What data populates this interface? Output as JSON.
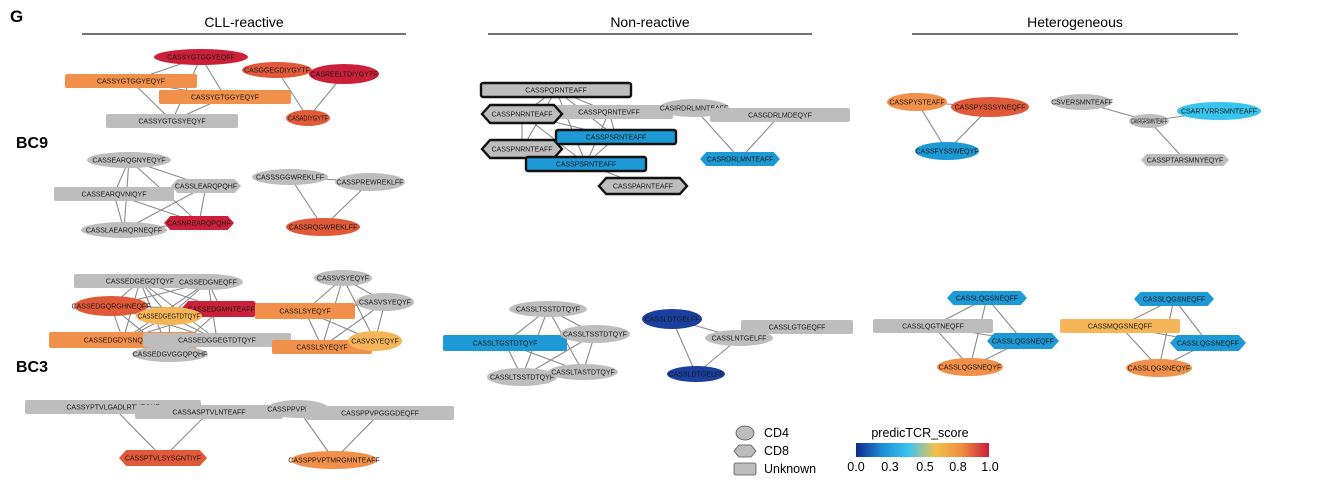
{
  "panel_letter": "G",
  "columns": [
    "CLL-reactive",
    "Non-reactive",
    "Heterogeneous"
  ],
  "rows": [
    "BC9",
    "BC3"
  ],
  "legend": {
    "shapes": [
      {
        "shape": "ellipse",
        "label": "CD4"
      },
      {
        "shape": "hexagon",
        "label": "CD8"
      },
      {
        "shape": "rect",
        "label": "Unknown"
      }
    ],
    "colorbar": {
      "title": "predicTCR_score",
      "ticks": [
        "0.0",
        "0.3",
        "0.5",
        "0.8",
        "1.0"
      ],
      "stops": [
        "#0d2a8c",
        "#1f8fd6",
        "#3cc6f0",
        "#f5c04a",
        "#ef8a40",
        "#c81e3a"
      ]
    }
  },
  "colors": {
    "gray": "#bdbdbd",
    "red": "#cc1f3a",
    "orange_red": "#e05a3a",
    "orange": "#f0904a",
    "light_orange": "#f5b558",
    "blue": "#1d9ad6",
    "cyan": "#39c4ee",
    "navy": "#1a3f9e"
  },
  "networks": [
    {
      "id": "bc9-cll-1",
      "nodes": [
        {
          "id": "a",
          "label": "CASSYGTGGYEQFF",
          "shape": "ellipse",
          "color": "red"
        },
        {
          "id": "b",
          "label": "CASSYGTGGYEQYF",
          "shape": "rect",
          "color": "orange"
        },
        {
          "id": "c",
          "label": "CASSYGTGGYEQYF",
          "shape": "rect",
          "color": "orange"
        },
        {
          "id": "d",
          "label": "CASSYGTGSYEQYF",
          "shape": "rect",
          "color": "gray"
        }
      ],
      "edges": [
        [
          "a",
          "b"
        ],
        [
          "a",
          "c"
        ],
        [
          "a",
          "d"
        ],
        [
          "b",
          "c"
        ],
        [
          "b",
          "d"
        ],
        [
          "c",
          "d"
        ]
      ]
    },
    {
      "id": "bc9-cll-2",
      "nodes": [
        {
          "id": "a",
          "label": "CASGGEGDIYGYTF",
          "shape": "ellipse",
          "color": "orange_red"
        },
        {
          "id": "b",
          "label": "CASREELTDIYGYTF",
          "shape": "ellipse",
          "color": "red"
        },
        {
          "id": "c",
          "label": "CASADIYGYTF",
          "shape": "ellipse",
          "color": "orange_red"
        }
      ],
      "edges": [
        [
          "a",
          "b"
        ],
        [
          "a",
          "c"
        ],
        [
          "b",
          "c"
        ]
      ]
    },
    {
      "id": "bc9-cll-3",
      "nodes": [
        {
          "id": "a",
          "label": "CASSEARQGNYEQYF",
          "shape": "ellipse",
          "color": "gray"
        },
        {
          "id": "b",
          "label": "CASSEARQVNIQYF",
          "shape": "rect",
          "color": "gray"
        },
        {
          "id": "c",
          "label": "CASSLEARQPQHF",
          "shape": "hexagon",
          "color": "gray"
        },
        {
          "id": "d",
          "label": "CASNREARQPQHF",
          "shape": "hexagon",
          "color": "red"
        },
        {
          "id": "e",
          "label": "CASSLAEARQRNEQFF",
          "shape": "ellipse",
          "color": "gray"
        }
      ],
      "edges": [
        [
          "a",
          "b"
        ],
        [
          "a",
          "c"
        ],
        [
          "a",
          "d"
        ],
        [
          "a",
          "e"
        ],
        [
          "b",
          "c"
        ],
        [
          "b",
          "d"
        ],
        [
          "b",
          "e"
        ],
        [
          "c",
          "d"
        ],
        [
          "c",
          "e"
        ],
        [
          "d",
          "e"
        ]
      ]
    },
    {
      "id": "bc9-cll-4",
      "nodes": [
        {
          "id": "a",
          "label": "CASSSGGWREKLFF",
          "shape": "ellipse",
          "color": "gray"
        },
        {
          "id": "b",
          "label": "CASSPREWREKLFF",
          "shape": "ellipse",
          "color": "gray"
        },
        {
          "id": "c",
          "label": "CASSRQGWREKLFF",
          "shape": "ellipse",
          "color": "orange_red"
        }
      ],
      "edges": [
        [
          "a",
          "b"
        ],
        [
          "a",
          "c"
        ],
        [
          "b",
          "c"
        ]
      ]
    },
    {
      "id": "bc9-non-1",
      "nodes": [
        {
          "id": "a",
          "label": "CASSPQRNTEAFF",
          "shape": "rect",
          "color": "gray",
          "outlined": true
        },
        {
          "id": "b",
          "label": "CASSPQRNTEVFF",
          "shape": "rect",
          "color": "gray"
        },
        {
          "id": "c",
          "label": "CASSPNRNTEAFF",
          "shape": "hexagon",
          "color": "gray",
          "outlined": true
        },
        {
          "id": "d",
          "label": "CASSPSRNTEAFF",
          "shape": "rect",
          "color": "blue",
          "outlined": true
        },
        {
          "id": "e",
          "label": "CASSPNRNTEAFF",
          "shape": "hexagon",
          "color": "gray",
          "outlined": true
        },
        {
          "id": "f",
          "label": "CASSPSRNTEAFF",
          "shape": "rect",
          "color": "blue",
          "outlined": true
        },
        {
          "id": "g",
          "label": "CASSPARNTEAFF",
          "shape": "hexagon",
          "color": "gray",
          "outlined": true
        }
      ],
      "edges": [
        [
          "a",
          "b"
        ],
        [
          "a",
          "c"
        ],
        [
          "a",
          "d"
        ],
        [
          "a",
          "e"
        ],
        [
          "a",
          "f"
        ],
        [
          "b",
          "c"
        ],
        [
          "b",
          "d"
        ],
        [
          "b",
          "f"
        ],
        [
          "c",
          "d"
        ],
        [
          "c",
          "e"
        ],
        [
          "c",
          "f"
        ],
        [
          "d",
          "e"
        ],
        [
          "d",
          "f"
        ],
        [
          "e",
          "f"
        ],
        [
          "f",
          "g"
        ]
      ]
    },
    {
      "id": "bc9-non-2",
      "nodes": [
        {
          "id": "a",
          "label": "CASIRDRLMNTEAFF",
          "shape": "ellipse",
          "color": "gray"
        },
        {
          "id": "b",
          "label": "CASGDRLMDEQYF",
          "shape": "rect",
          "color": "gray"
        },
        {
          "id": "c",
          "label": "CASRDRLMNTEAFF",
          "shape": "hexagon",
          "color": "blue"
        }
      ],
      "edges": [
        [
          "a",
          "b"
        ],
        [
          "a",
          "c"
        ],
        [
          "b",
          "c"
        ]
      ]
    },
    {
      "id": "bc9-het-1",
      "nodes": [
        {
          "id": "a",
          "label": "CASSPYSTEAFF",
          "shape": "ellipse",
          "color": "orange"
        },
        {
          "id": "b",
          "label": "CASSPYSSSYNEQFF",
          "shape": "ellipse",
          "color": "orange_red"
        },
        {
          "id": "c",
          "label": "CASSFYSSWEQYF",
          "shape": "ellipse",
          "color": "blue"
        }
      ],
      "edges": [
        [
          "a",
          "b"
        ],
        [
          "a",
          "c"
        ],
        [
          "b",
          "c"
        ]
      ]
    },
    {
      "id": "bc9-het-2",
      "nodes": [
        {
          "id": "a",
          "label": "CSVERSMNTEAFF",
          "shape": "ellipse",
          "color": "gray"
        },
        {
          "id": "b",
          "label": "CAVRGRSMNTEAFF",
          "shape": "ellipse",
          "color": "gray"
        },
        {
          "id": "c",
          "label": "CSARTVRRSMNTEAFF",
          "shape": "ellipse",
          "color": "cyan"
        },
        {
          "id": "d",
          "label": "CASSPTARSMNYEQYF",
          "shape": "hexagon",
          "color": "gray"
        }
      ],
      "edges": [
        [
          "a",
          "b"
        ],
        [
          "b",
          "c"
        ],
        [
          "b",
          "d"
        ]
      ]
    },
    {
      "id": "bc3-cll-1",
      "nodes": [
        {
          "id": "a",
          "label": "CASSEDGEGQTQYF",
          "shape": "rect",
          "color": "gray"
        },
        {
          "id": "b",
          "label": "CASSEDGNEQFF",
          "shape": "ellipse",
          "color": "gray"
        },
        {
          "id": "c",
          "label": "CASSEDGQRGHNEQFF",
          "shape": "ellipse",
          "color": "orange_red"
        },
        {
          "id": "d",
          "label": "CASSEDGMNTEAFF",
          "shape": "hexagon",
          "color": "red"
        },
        {
          "id": "e",
          "label": "CASSEDGEGTDTQYF",
          "shape": "ellipse",
          "color": "light_orange"
        },
        {
          "id": "f",
          "label": "CASSEDGDYSNQPQHF",
          "shape": "rect",
          "color": "orange"
        },
        {
          "id": "g",
          "label": "CASSEDGGEGTDTQYF",
          "shape": "rect",
          "color": "gray"
        },
        {
          "id": "h",
          "label": "CASSEDGVGGQPQHF",
          "shape": "ellipse",
          "color": "gray"
        }
      ],
      "edges": [
        [
          "a",
          "b"
        ],
        [
          "a",
          "c"
        ],
        [
          "a",
          "d"
        ],
        [
          "a",
          "e"
        ],
        [
          "a",
          "f"
        ],
        [
          "a",
          "g"
        ],
        [
          "a",
          "h"
        ],
        [
          "b",
          "c"
        ],
        [
          "b",
          "d"
        ],
        [
          "b",
          "e"
        ],
        [
          "b",
          "f"
        ],
        [
          "b",
          "g"
        ],
        [
          "c",
          "d"
        ],
        [
          "c",
          "e"
        ],
        [
          "c",
          "f"
        ],
        [
          "c",
          "g"
        ],
        [
          "c",
          "h"
        ],
        [
          "d",
          "e"
        ],
        [
          "d",
          "f"
        ],
        [
          "d",
          "h"
        ],
        [
          "e",
          "f"
        ],
        [
          "e",
          "g"
        ],
        [
          "e",
          "h"
        ],
        [
          "f",
          "g"
        ],
        [
          "f",
          "h"
        ],
        [
          "g",
          "h"
        ]
      ]
    },
    {
      "id": "bc3-cll-2",
      "nodes": [
        {
          "id": "a",
          "label": "CASSVSYEQYF",
          "shape": "ellipse",
          "color": "gray"
        },
        {
          "id": "b",
          "label": "CSASVSYEQYF",
          "shape": "ellipse",
          "color": "gray"
        },
        {
          "id": "c",
          "label": "CASSLSYEQYF",
          "shape": "rect",
          "color": "orange"
        },
        {
          "id": "d",
          "label": "CASSLSYEQYF",
          "shape": "rect",
          "color": "orange"
        },
        {
          "id": "e",
          "label": "CASVSYEQYF",
          "shape": "ellipse",
          "color": "light_orange"
        }
      ],
      "edges": [
        [
          "a",
          "b"
        ],
        [
          "a",
          "c"
        ],
        [
          "a",
          "d"
        ],
        [
          "a",
          "e"
        ],
        [
          "b",
          "c"
        ],
        [
          "b",
          "d"
        ],
        [
          "b",
          "e"
        ],
        [
          "c",
          "d"
        ],
        [
          "c",
          "e"
        ],
        [
          "d",
          "e"
        ]
      ]
    },
    {
      "id": "bc3-cll-3",
      "nodes": [
        {
          "id": "a",
          "label": "CASSYPTVLGADLRTYEQYF",
          "shape": "rect",
          "color": "gray"
        },
        {
          "id": "b",
          "label": "CASSASPTVLNTEAFF",
          "shape": "rect",
          "color": "gray"
        },
        {
          "id": "c",
          "label": "CASSPTVLSYSGNTIYF",
          "shape": "hexagon",
          "color": "orange_red"
        }
      ],
      "edges": [
        [
          "a",
          "b"
        ],
        [
          "a",
          "c"
        ],
        [
          "b",
          "c"
        ]
      ]
    },
    {
      "id": "bc3-cll-4",
      "nodes": [
        {
          "id": "a",
          "label": "CASSPPVPDTQYF",
          "shape": "ellipse",
          "color": "gray"
        },
        {
          "id": "b",
          "label": "CASSPPVPGGGDEQFF",
          "shape": "rect",
          "color": "gray"
        },
        {
          "id": "c",
          "label": "CASSPPVPTMRGMNTEAFF",
          "shape": "ellipse",
          "color": "orange"
        }
      ],
      "edges": [
        [
          "a",
          "b"
        ],
        [
          "a",
          "c"
        ],
        [
          "b",
          "c"
        ]
      ]
    },
    {
      "id": "bc3-non-1",
      "nodes": [
        {
          "id": "a",
          "label": "CASSLTSSTDTQYF",
          "shape": "ellipse",
          "color": "gray"
        },
        {
          "id": "b",
          "label": "CASSLTGSTDTQYF",
          "shape": "rect",
          "color": "blue"
        },
        {
          "id": "c",
          "label": "CASSLTSSTDTQYF",
          "shape": "ellipse",
          "color": "gray"
        },
        {
          "id": "d",
          "label": "CASSLTSSTDTQYF",
          "shape": "ellipse",
          "color": "gray"
        },
        {
          "id": "e",
          "label": "CASSLTASTDTQYF",
          "shape": "ellipse",
          "color": "gray"
        }
      ],
      "edges": [
        [
          "a",
          "b"
        ],
        [
          "a",
          "c"
        ],
        [
          "a",
          "d"
        ],
        [
          "a",
          "e"
        ],
        [
          "b",
          "c"
        ],
        [
          "b",
          "d"
        ],
        [
          "b",
          "e"
        ],
        [
          "c",
          "d"
        ],
        [
          "c",
          "e"
        ],
        [
          "d",
          "e"
        ]
      ]
    },
    {
      "id": "bc3-non-2",
      "nodes": [
        {
          "id": "a",
          "label": "CASSLDTGELFF",
          "shape": "ellipse",
          "color": "navy"
        },
        {
          "id": "b",
          "label": "CASSLNTGELFF",
          "shape": "ellipse",
          "color": "gray"
        },
        {
          "id": "c",
          "label": "CASSLGTGEQFF",
          "shape": "rect",
          "color": "gray"
        },
        {
          "id": "d",
          "label": "CASSLDTGELFF",
          "shape": "ellipse",
          "color": "navy"
        }
      ],
      "edges": [
        [
          "a",
          "b"
        ],
        [
          "a",
          "d"
        ],
        [
          "b",
          "c"
        ],
        [
          "b",
          "d"
        ]
      ]
    },
    {
      "id": "bc3-het-1",
      "nodes": [
        {
          "id": "a",
          "label": "CASSLQGSNEQFF",
          "shape": "hexagon",
          "color": "blue"
        },
        {
          "id": "b",
          "label": "CASSLQGTNEQFF",
          "shape": "rect",
          "color": "gray"
        },
        {
          "id": "c",
          "label": "CASSLQGSNEQFF",
          "shape": "hexagon",
          "color": "blue"
        },
        {
          "id": "d",
          "label": "CASSLQGSNEQYF",
          "shape": "ellipse",
          "color": "orange"
        }
      ],
      "edges": [
        [
          "a",
          "b"
        ],
        [
          "a",
          "c"
        ],
        [
          "a",
          "d"
        ],
        [
          "b",
          "c"
        ],
        [
          "b",
          "d"
        ],
        [
          "c",
          "d"
        ]
      ]
    },
    {
      "id": "bc3-het-2",
      "nodes": [
        {
          "id": "a",
          "label": "CASSLQGSNEQFF",
          "shape": "hexagon",
          "color": "blue"
        },
        {
          "id": "b",
          "label": "CASSMQGSNEQFF",
          "shape": "rect",
          "color": "light_orange"
        },
        {
          "id": "c",
          "label": "CASSLQGSNEQFF",
          "shape": "hexagon",
          "color": "blue"
        },
        {
          "id": "d",
          "label": "CASSLQGSNEQYF",
          "shape": "ellipse",
          "color": "orange"
        }
      ],
      "edges": [
        [
          "a",
          "b"
        ],
        [
          "a",
          "c"
        ],
        [
          "a",
          "d"
        ],
        [
          "b",
          "c"
        ],
        [
          "b",
          "d"
        ],
        [
          "c",
          "d"
        ]
      ]
    }
  ]
}
